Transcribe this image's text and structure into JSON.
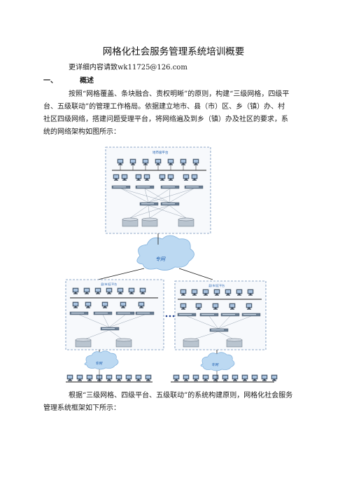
{
  "document": {
    "title": "网格化社会服务管理系统培训概要",
    "contact": "更详细内容请致wk11725@126.com",
    "section1": {
      "number": "一、",
      "label": "概述"
    },
    "para1": [
      "按照“网格覆盖、条块融合、责权明晰”的原则，构建“三级网格，四级平",
      "台、五级联动”的管理工作格局。依据建立地市、县（市）区、乡（镇）办、村",
      "社区四级网络，搭建问题受理平台，将网络遍及到乡（镇）办及社区的要求，系",
      "统的网络架构如图所示："
    ],
    "para2": [
      "根据“三级网格、四级平台、五级联动”的系统构建原则，网格化社会服务",
      "管理系统框架如下所示："
    ]
  },
  "diagram": {
    "top_platform": "地市级平台",
    "left_platform": "县(市)区平台",
    "right_platform": "县(市)区平台",
    "cloud_main": "专网",
    "cloud_left": "专网",
    "cloud_right": "专网",
    "colors": {
      "accent": "#1f5fb0",
      "cloud": "#bcd9f2",
      "box_border": "#6e8fb8"
    }
  }
}
